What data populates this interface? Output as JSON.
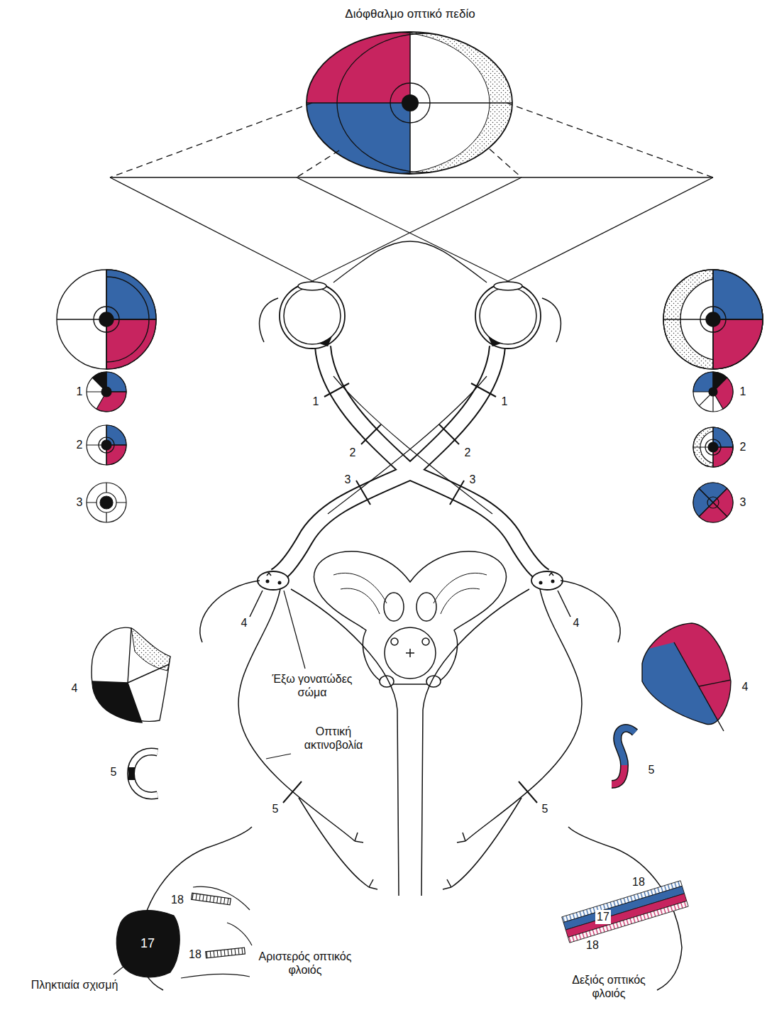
{
  "diagram": {
    "title": "Διόφθαλμο οπτικό πεδίο",
    "labels": [
      "1",
      "1",
      "1",
      "1",
      "2",
      "2",
      "2",
      "2",
      "3",
      "3",
      "3",
      "3",
      "4",
      "4",
      "4",
      "4",
      "Έξω γονατώδες σώμα",
      "Οπτική ακτινοβολία",
      "5",
      "5",
      "5",
      "5",
      "18",
      "18",
      "17",
      "17",
      "18",
      "18",
      "Αριστερός οπτικός φλοιός",
      "Δεξιός οπτικός φλοιός",
      "Πληκτιαία σχισμή"
    ]
  }
}
